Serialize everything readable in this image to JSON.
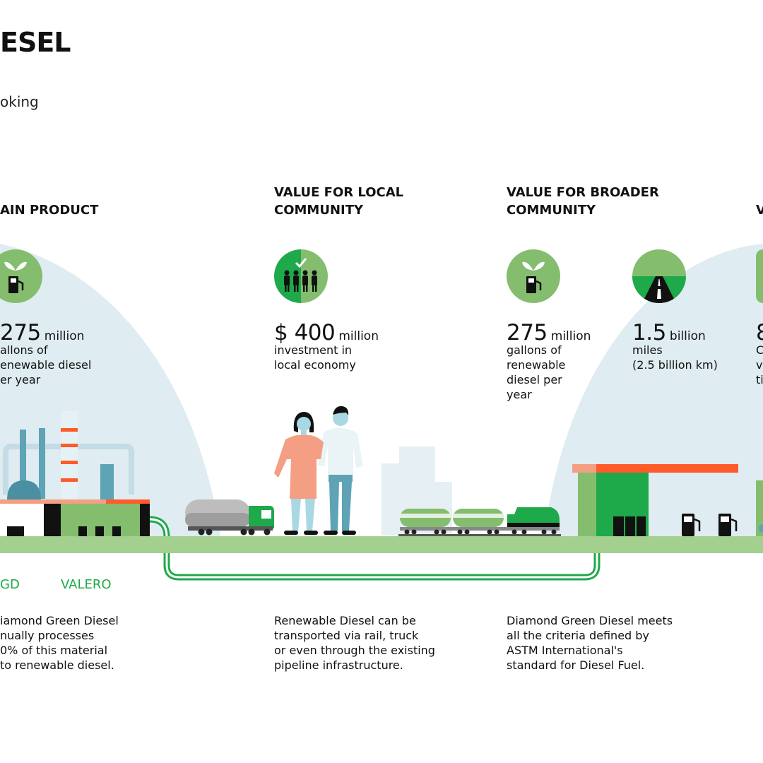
{
  "header": {
    "brand": "ESEL",
    "subtitle": "oking"
  },
  "columns": [
    {
      "heading": "AIN PRODUCT",
      "stat_number": "275",
      "stat_unit": "million",
      "stat_desc": [
        "allons of",
        "enewable diesel",
        "er year"
      ],
      "footnote": [
        "iamond Green Diesel",
        "nually processes",
        "0% of this material",
        "to renewable diesel."
      ]
    },
    {
      "heading": [
        "VALUE FOR LOCAL",
        "COMMUNITY"
      ],
      "stat_number": "$ 400",
      "stat_unit": "million",
      "stat_desc": [
        "investment in",
        "local economy"
      ],
      "footnote": [
        "Renewable Diesel can be",
        "transported via rail, truck",
        "or even through the existing",
        "pipeline infrastructure."
      ]
    },
    {
      "heading": [
        "VALUE FOR BROADER",
        "COMMUNITY"
      ],
      "stat_number": "275",
      "stat_unit": "million",
      "stat_desc": [
        "gallons of",
        "renewable",
        "diesel per",
        "year"
      ],
      "stat2_number": "1.5",
      "stat2_unit": "billion",
      "stat2_desc": [
        "miles",
        "(2.5 billion km)"
      ],
      "footnote": [
        "Diamond Green Diesel meets",
        "all the criteria defined by",
        "ASTM International's",
        "standard for Diesel Fuel."
      ]
    },
    {
      "heading": "V",
      "stat_number": "8",
      "stat_desc": [
        "C",
        "v",
        "ti"
      ]
    }
  ],
  "labels": {
    "left": "GD",
    "right": "VALERO"
  },
  "icons": [
    "plant-pump-icon",
    "community-check-icon",
    "plant-pump-icon",
    "road-icon"
  ],
  "colors": {
    "green_dark": "#1ea94a",
    "green_light": "#84bd6e",
    "ground": "#a3cf8f",
    "sky": "#dfecf1",
    "orange": "#ff5a29",
    "salmon": "#f49f83",
    "steel": "#5ea3b6"
  }
}
